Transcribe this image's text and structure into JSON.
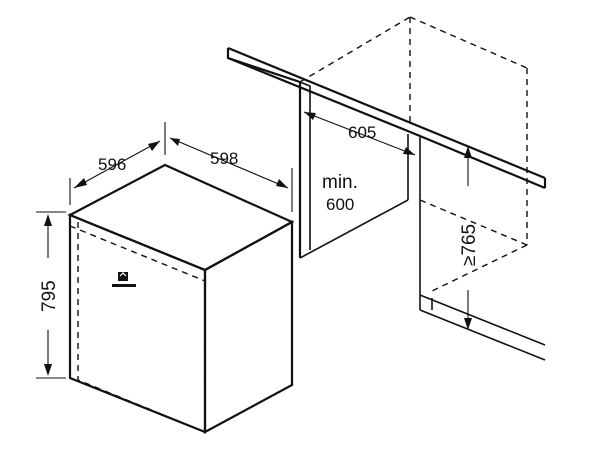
{
  "dimensions": {
    "appliance_depth": "596",
    "appliance_width": "598",
    "appliance_height": "795",
    "niche_depth": "605",
    "niche_min_label": "min.",
    "niche_min_width": "600",
    "niche_height": "≥765"
  },
  "icons": {
    "appliance_logo": "brand-logo-icon"
  }
}
